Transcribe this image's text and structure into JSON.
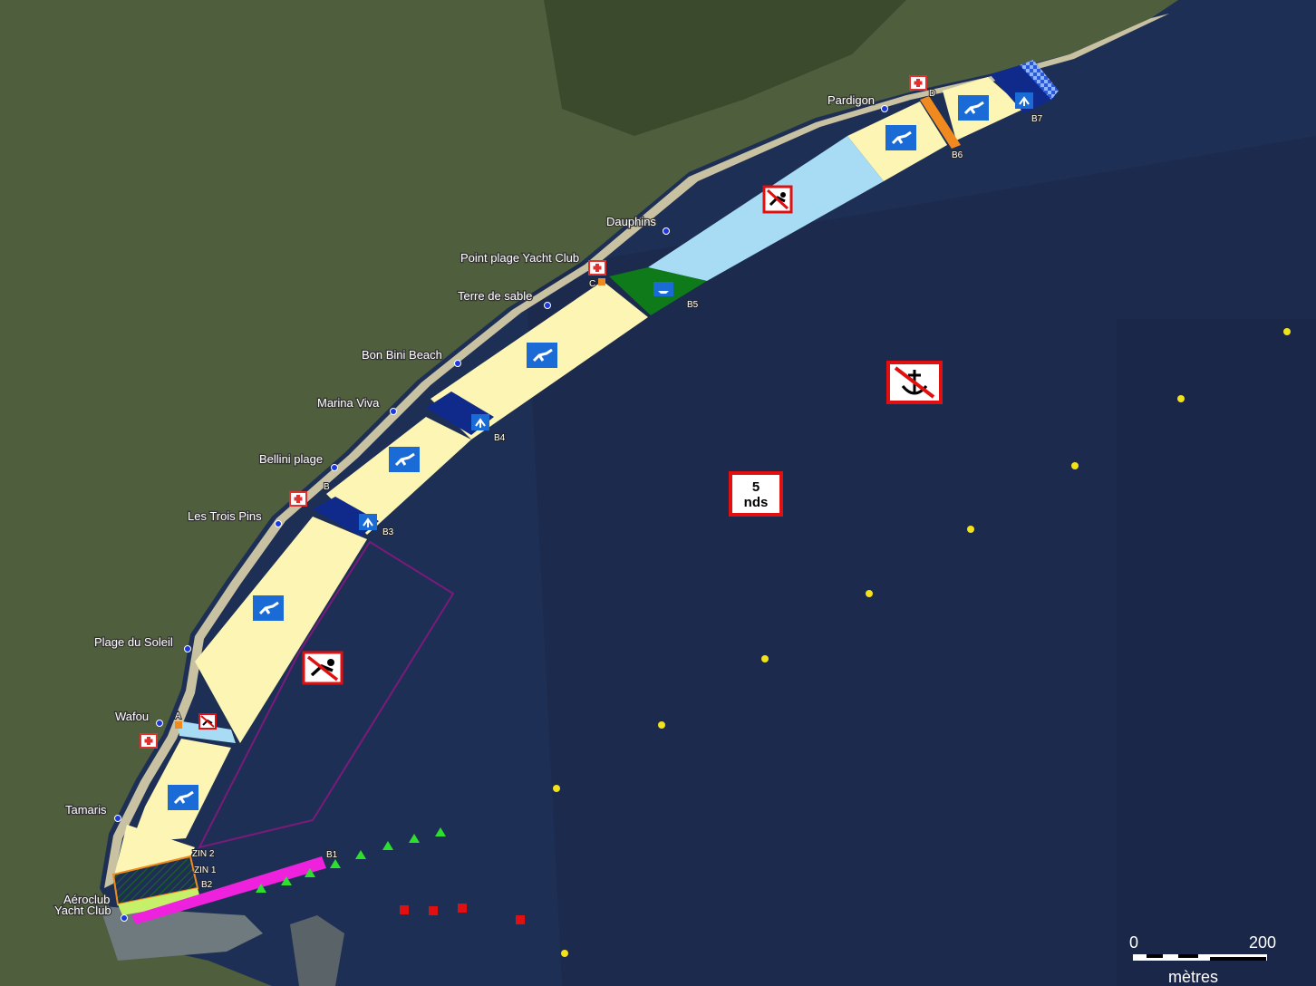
{
  "places": [
    {
      "name": "Pardigon"
    },
    {
      "name": "Dauphins"
    },
    {
      "name": "Point plage Yacht Club"
    },
    {
      "name": "Terre de sable"
    },
    {
      "name": "Bon Bini Beach"
    },
    {
      "name": "Marina Viva"
    },
    {
      "name": "Bellini plage"
    },
    {
      "name": "Les Trois Pins"
    },
    {
      "name": "Plage du Soleil"
    },
    {
      "name": "Wafou"
    },
    {
      "name": "Tamaris"
    },
    {
      "name": "Aéroclub"
    },
    {
      "name": "Yacht Club"
    }
  ],
  "zone_codes": [
    "B7",
    "B6",
    "B5",
    "B4",
    "B3",
    "B1",
    "B2",
    "ZIN 2",
    "ZIN 1"
  ],
  "post_letters": [
    "D",
    "C",
    "B",
    "A"
  ],
  "speed_sign": {
    "line1": "5",
    "line2": "nds"
  },
  "scale": {
    "start": "0",
    "end": "200",
    "unit": "mètres"
  },
  "colors": {
    "sea": "#1e2f55",
    "sea_deep": "#1a2748",
    "land": "#4a5a3a",
    "swim_zone": "#fdf5b4",
    "no_motor_zone": "#a8dcf5",
    "channel": "#0f2a8a",
    "green_zone": "#0f7a1a",
    "magenta_channel": "#ee22dd",
    "buoy": "#f2e21a",
    "first_aid": "#e03030",
    "mooring_outline": "#7a1a7a"
  }
}
